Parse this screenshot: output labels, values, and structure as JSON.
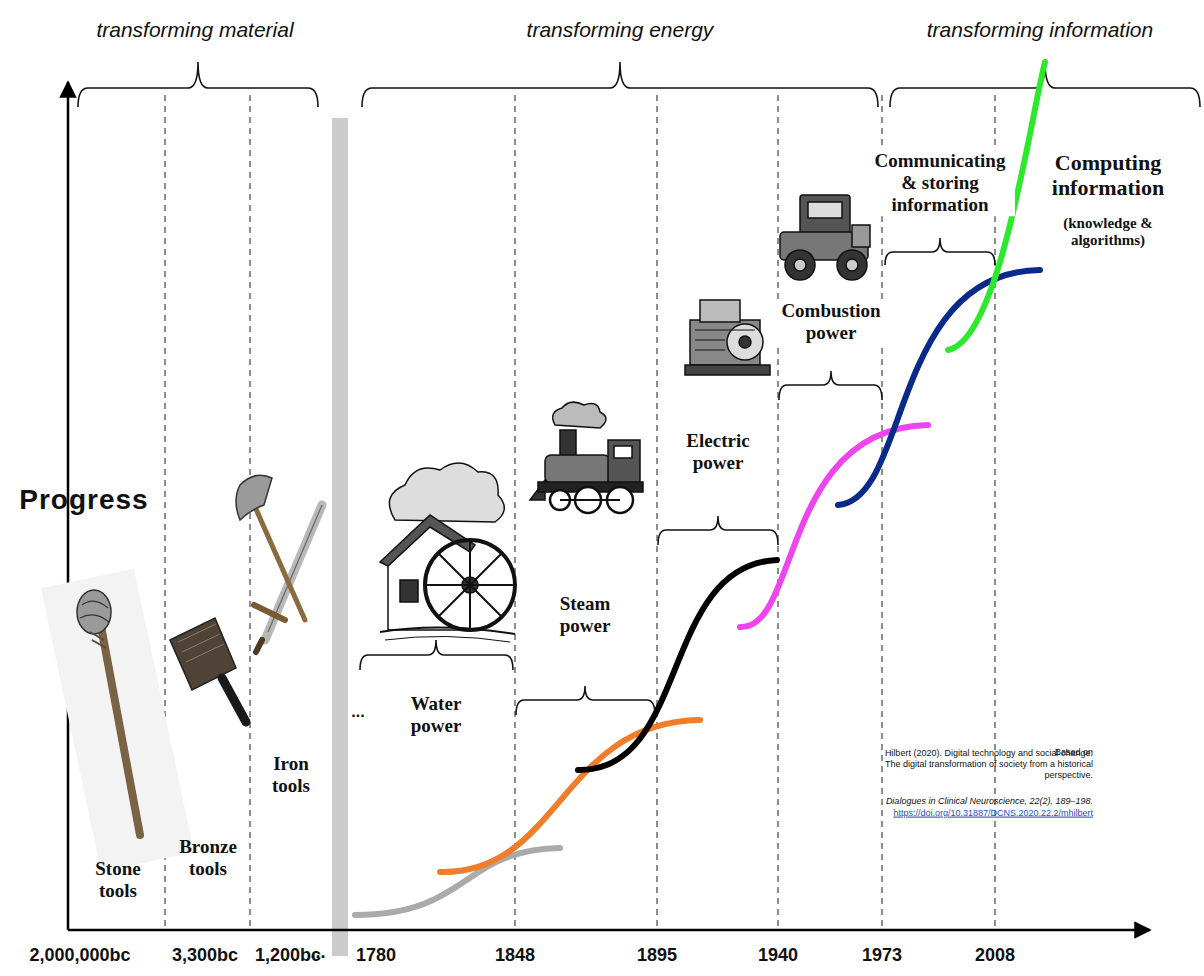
{
  "diagram": {
    "labels": [
      "transforming material",
      "transforming energy",
      "transforming information",
      "Progress",
      "Stone tools",
      "Bronze tools",
      "Iron tools",
      "Water power",
      "Steam power",
      "Electric power",
      "Combustion power",
      "Communicating & storing information",
      "Computing information",
      "(knowledge & algorithms)",
      "2,000,000bc",
      "3,300bc",
      "1,200bc",
      "...",
      "1780",
      "1848",
      "1895",
      "1940",
      "1973",
      "2008",
      "...",
      "Based on",
      "Hilbert (2020). Digital technology and social change: The digital transformation of society from a historical perspective.",
      "Dialogues in Clinical Neuroscience, 22(2), 189–198.",
      "https://doi.org/10.31887/DCNS.2020.22.2/mhilbert"
    ]
  }
}
